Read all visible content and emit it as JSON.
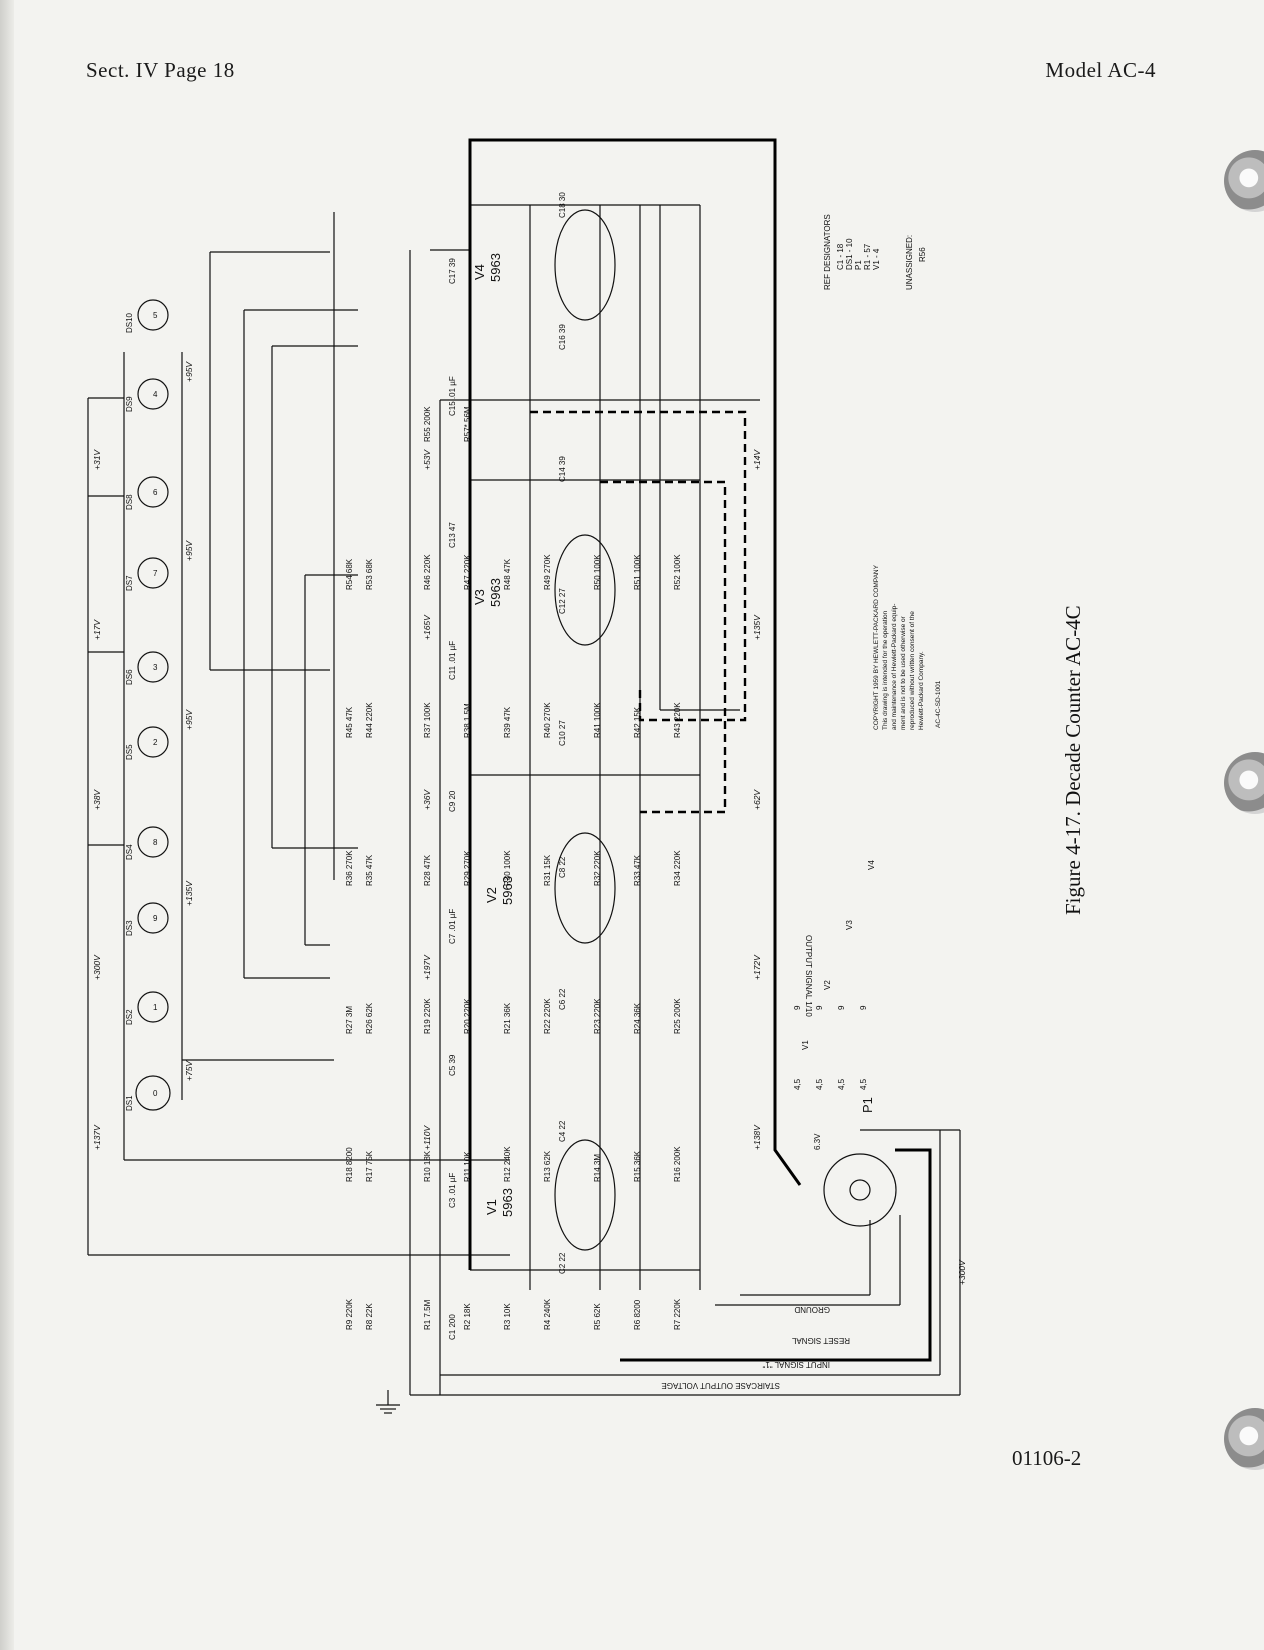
{
  "header": {
    "left": "Sect. IV  Page 18",
    "right": "Model AC-4"
  },
  "footer": {
    "doc_number": "01106-2"
  },
  "figure": {
    "caption": "Figure 4-17.  Decade Counter AC-4C"
  },
  "ref_designators": {
    "title": "REF DESIGNATORS",
    "items": [
      "C1 - 18",
      "DS1 - 10",
      "P1",
      "R1 - 57",
      "V1 - 4"
    ],
    "unassigned_title": "UNASSIGNED:",
    "unassigned": "R56"
  },
  "copyright": [
    "COPYRIGHT 1959 BY HEWLETT-PACKARD COMPANY",
    "This drawing is intended for the operation",
    "and maintenance of Hewlett-Packard equip-",
    "ment and is not to be used otherwise or",
    "reproduced without written consent of the",
    "Hewlett-Packard Company."
  ],
  "drawing_number": "AC-4C-SD-1001",
  "tubes": [
    {
      "ref": "V1",
      "type": "5963"
    },
    {
      "ref": "V2",
      "type": "5963"
    },
    {
      "ref": "V3",
      "type": "5963"
    },
    {
      "ref": "V4",
      "type": "5963"
    }
  ],
  "lamps": [
    {
      "ref": "DS1",
      "digit": "0",
      "voltage": "+75V"
    },
    {
      "ref": "DS2",
      "digit": "1",
      "voltage": ""
    },
    {
      "ref": "DS3",
      "digit": "9",
      "voltage": "+135V"
    },
    {
      "ref": "DS4",
      "digit": "8",
      "voltage": ""
    },
    {
      "ref": "DS5",
      "digit": "2",
      "voltage": "+95V"
    },
    {
      "ref": "DS6",
      "digit": "3",
      "voltage": ""
    },
    {
      "ref": "DS7",
      "digit": "7",
      "voltage": "+95V"
    },
    {
      "ref": "DS8",
      "digit": "6",
      "voltage": ""
    },
    {
      "ref": "DS9",
      "digit": "4",
      "voltage": "+95V"
    },
    {
      "ref": "DS10",
      "digit": "5",
      "voltage": ""
    }
  ],
  "components": {
    "resistors": [
      "R1 7.5M",
      "R2 18K",
      "R3 10K",
      "R4 240K",
      "R5 62K",
      "R6 8200",
      "R7 220K",
      "R8 22K",
      "R9 220K",
      "R10 18K",
      "R11 10K",
      "R12 240K",
      "R13 62K",
      "R14 3M",
      "R15 36K",
      "R16 200K",
      "R17 75K",
      "R18 8200",
      "R19 220K",
      "R20 220K",
      "R21 36K",
      "R22 220K",
      "R23 220K",
      "R24 36K",
      "R25 200K",
      "R26 62K",
      "R27 3M",
      "R28 47K",
      "R29 270K",
      "R30 100K",
      "R31 15K",
      "R32 220K",
      "R33 47K",
      "R34 220K",
      "R35 47K",
      "R36 270K",
      "R37 100K",
      "R38 1.5M",
      "R39 47K",
      "R40 270K",
      "R41 100K",
      "R42 15K",
      "R43 220K",
      "R44 220K",
      "R45 47K",
      "R46 220K",
      "R47 220K",
      "R48 47K",
      "R49 270K",
      "R50 100K",
      "R51 100K",
      "R52 100K",
      "R53 68K",
      "R54 68K",
      "R55 200K",
      "R57* 56M"
    ],
    "capacitors": [
      "C1 200",
      "C2 22",
      "C3 .01 µF",
      "C4 22",
      "C5 39",
      "C6 22",
      "C7 .01 µF",
      "C8 22",
      "C9 20",
      "C10 27",
      "C11 .01 µF",
      "C12 27",
      "C13 47",
      "C14 39",
      "C15 .01 µF",
      "C16 39",
      "C17 39",
      "C18 30"
    ]
  },
  "voltages": [
    "+137V",
    "+110V",
    "+138V",
    "+300V",
    "+197V",
    "+172V",
    "+38V",
    "+36V",
    "+62V",
    "+17V",
    "+165V",
    "+135V",
    "+31V",
    "+53V",
    "+14V"
  ],
  "signals": {
    "output": "OUTPUT SIGNAL 1/10",
    "ground": "GROUND",
    "reset": "RESET SIGNAL",
    "input": "INPUT SIGNAL \"1\"",
    "staircase": "STAIRCASE OUTPUT VOLTAGE",
    "supply": "+300V"
  },
  "connector": {
    "ref": "P1",
    "filament": "6.3V",
    "pins": [
      "9",
      "9",
      "9",
      "9",
      "4,5",
      "4,5",
      "4,5",
      "4,5"
    ],
    "tube_refs": [
      "V1",
      "V2",
      "V3",
      "V4"
    ]
  }
}
